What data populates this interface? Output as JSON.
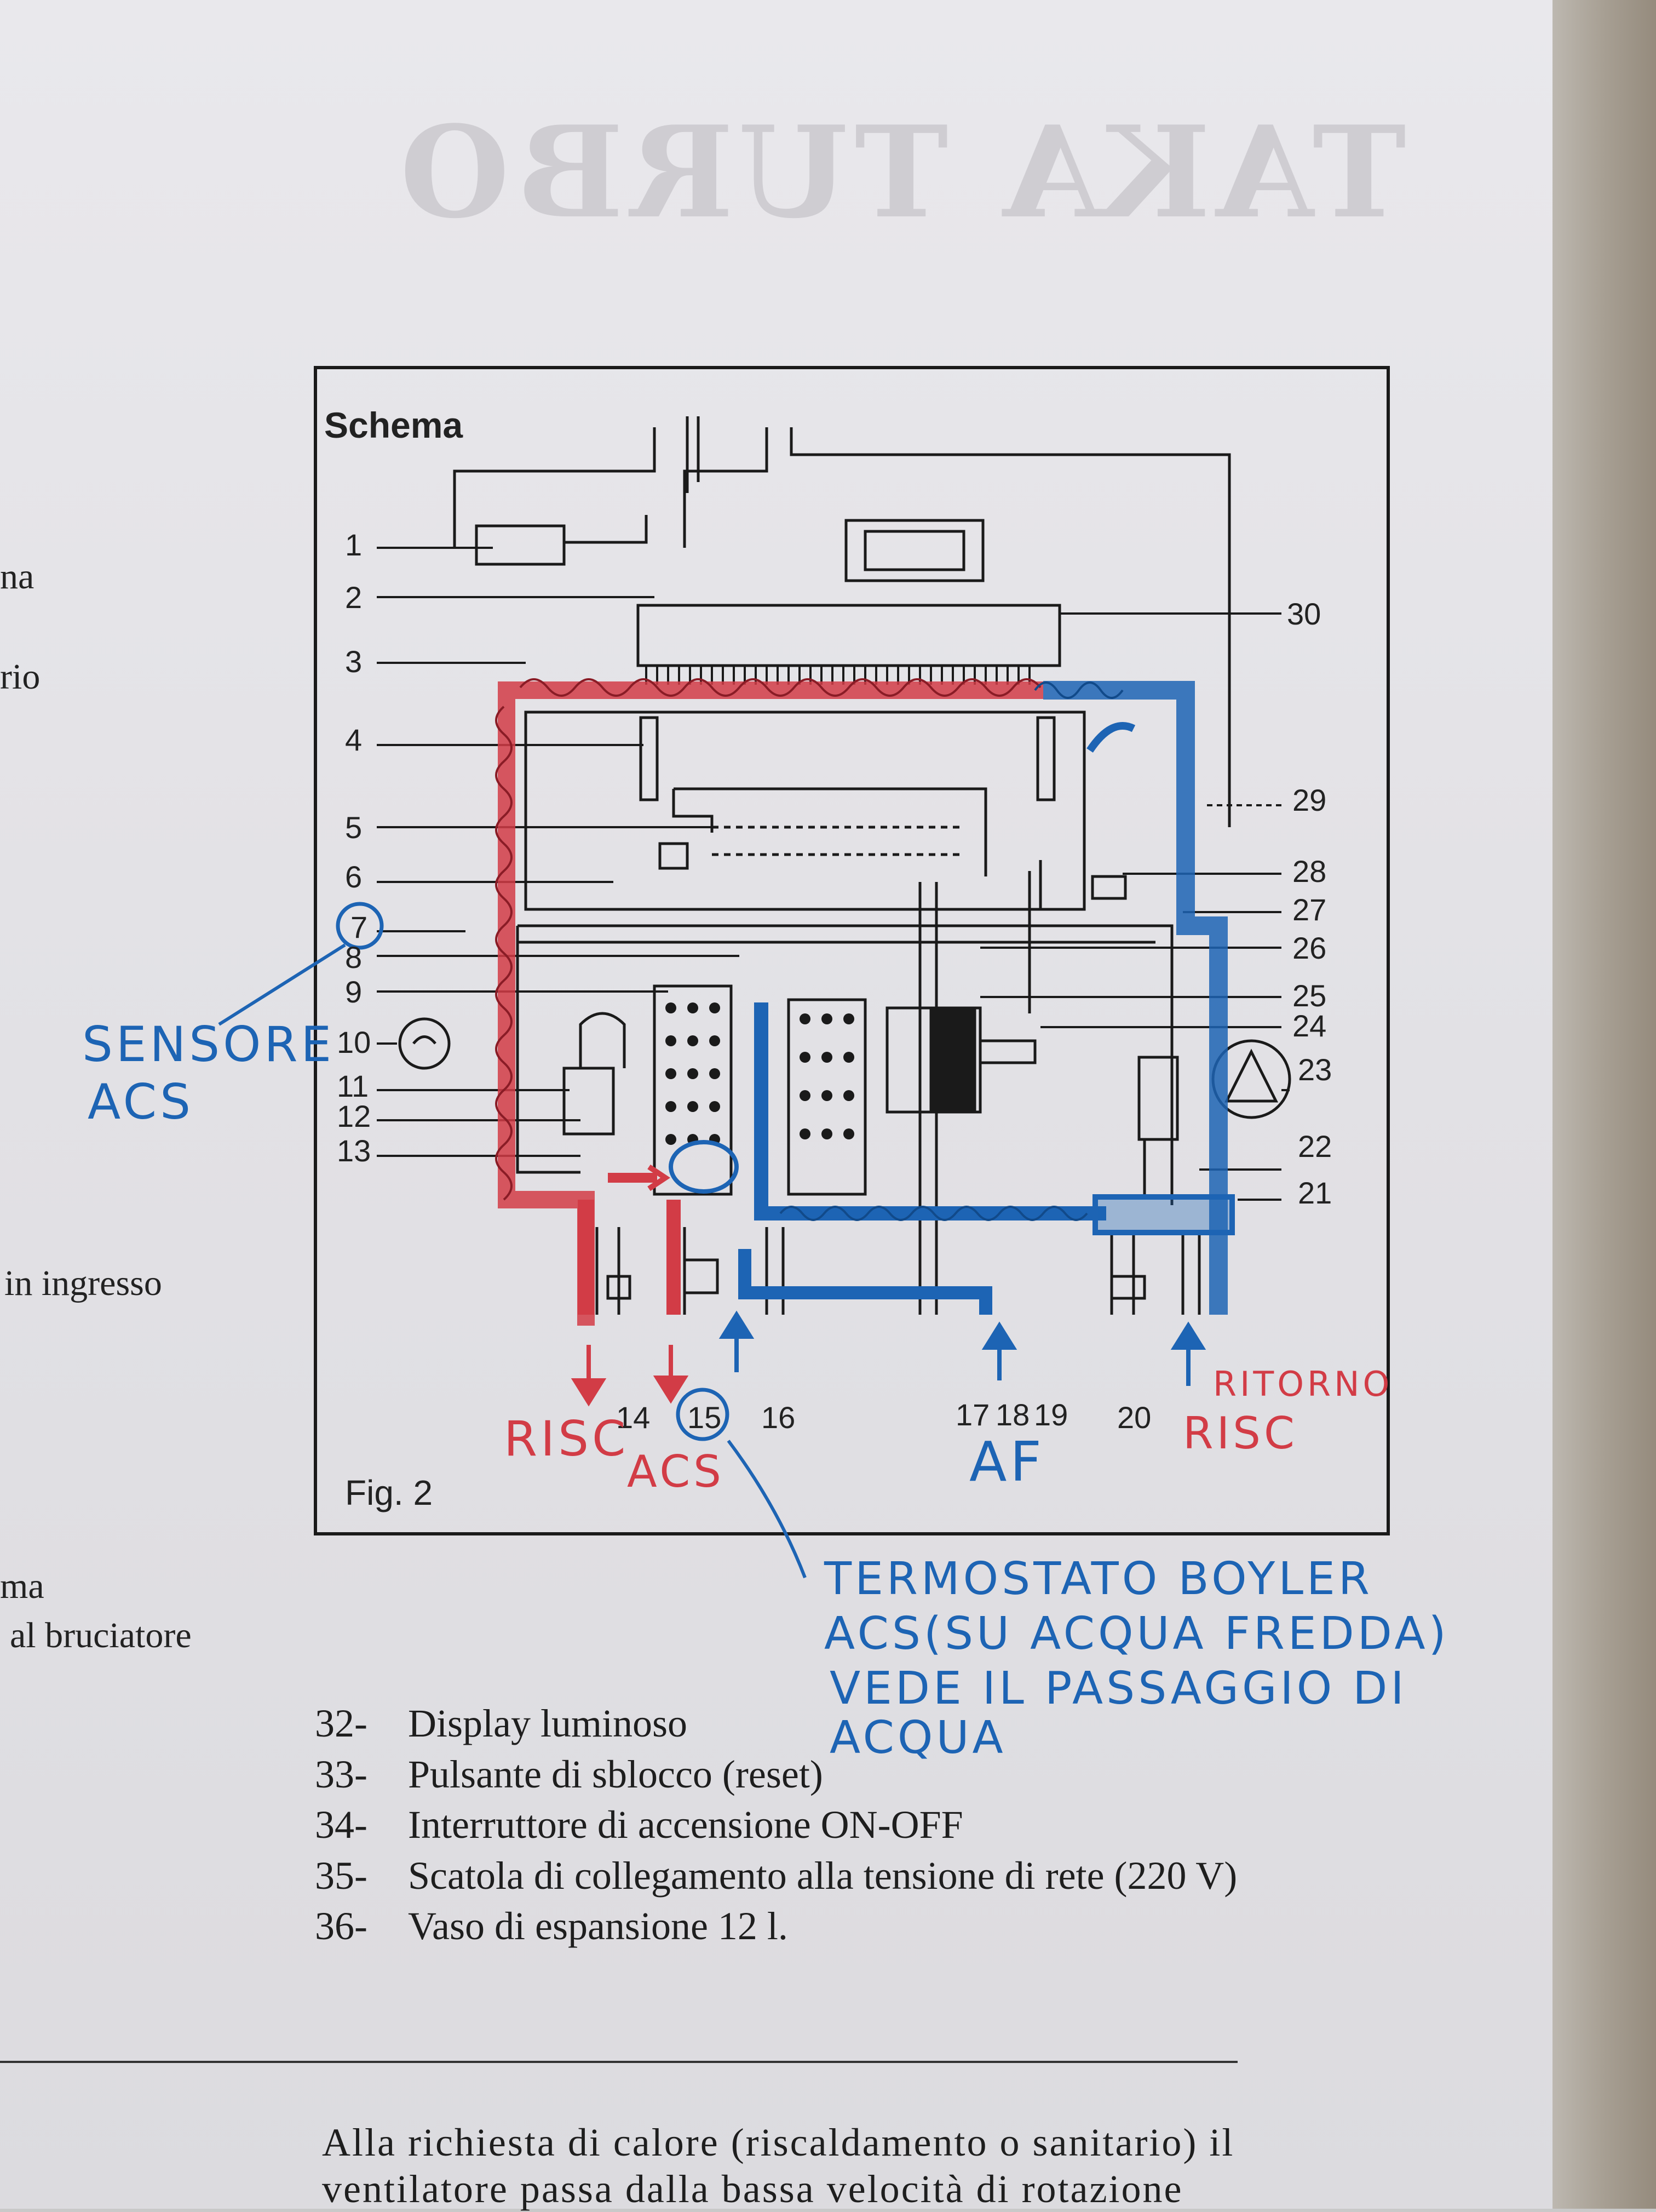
{
  "heading": {
    "schema": "Schema",
    "fig": "Fig. 2"
  },
  "margin_fragments": [
    "na",
    "rio",
    "in ingresso",
    "ma",
    "al bruciatore"
  ],
  "part_numbers_left": [
    "1",
    "2",
    "3",
    "4",
    "5",
    "6",
    "7",
    "8",
    "9",
    "10",
    "11",
    "12",
    "13"
  ],
  "part_numbers_right": [
    "30",
    "29",
    "28",
    "27",
    "26",
    "25",
    "24",
    "23",
    "22",
    "21"
  ],
  "part_numbers_bottom": [
    "14",
    "15",
    "16",
    "17",
    "18",
    "19",
    "20"
  ],
  "legend": [
    {
      "num": "32-",
      "text": "Display luminoso"
    },
    {
      "num": "33-",
      "text": "Pulsante di sblocco (reset)"
    },
    {
      "num": "34-",
      "text": "Interruttore di accensione ON-OFF"
    },
    {
      "num": "35-",
      "text": "Scatola di collegamento alla tensione di rete (220 V)"
    },
    {
      "num": "36-",
      "text": "Vaso di espansione 12 l."
    }
  ],
  "annotations": {
    "sensore_1": "SENSORE",
    "sensore_2": "ACS",
    "risc": "RISC",
    "acs": "ACS",
    "af": "AF",
    "ritorno": "RITORNO",
    "risc_2": "RISC",
    "termostato_1": "TERMOSTATO BOYLER",
    "termostato_2": "ACS(SU ACQUA FREDDA)",
    "termostato_3": "VEDE IL PASSAGGIO DI",
    "termostato_4": "ACQUA"
  },
  "paragraph": [
    "Alla richiesta di calore (riscaldamento o sanitario) il",
    "ventilatore passa dalla bassa velocità di rotazione"
  ],
  "colors": {
    "hot_pipe": "#d23c46",
    "cold_pipe": "#1d64b4",
    "ink": "#1a1a1a",
    "paper": "#e6e5e9"
  }
}
